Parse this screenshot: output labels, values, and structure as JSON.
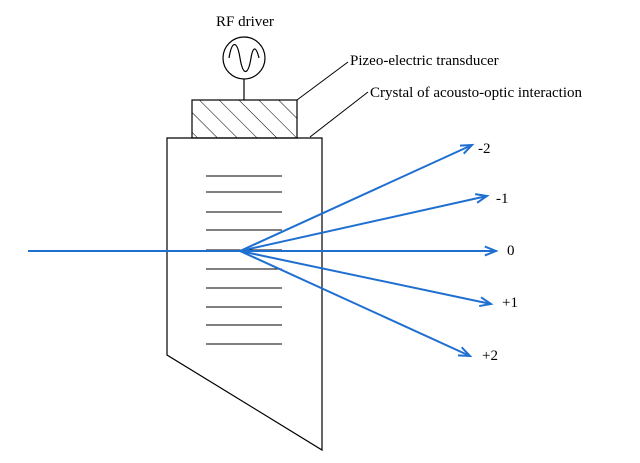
{
  "labels": {
    "rf_driver": "RF driver",
    "transducer": "Pizeo-electric transducer",
    "crystal": "Crystal of acousto-optic interaction"
  },
  "orders": [
    "-2",
    "-1",
    "0",
    "+1",
    "+2"
  ],
  "colors": {
    "beam": "#1f6fd1",
    "outline": "#000000"
  }
}
